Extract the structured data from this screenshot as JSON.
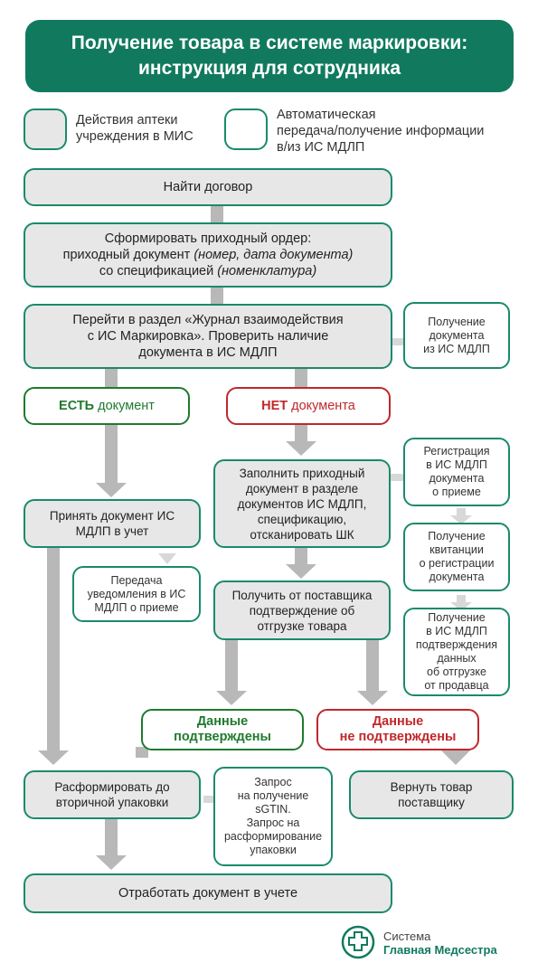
{
  "title": {
    "line1": "Получение товара в системе маркировки:",
    "line2": "инструкция для сотрудника"
  },
  "legend": {
    "pharmacy_line1": "Действия аптеки",
    "pharmacy_line2": "учреждения в МИС",
    "auto_line1": "Автоматическая",
    "auto_line2": "передача/получение информации",
    "auto_line3": "в/из ИС МДЛП"
  },
  "steps": {
    "find_contract": "Найти договор",
    "form_order_line1": "Сформировать приходный ордер:",
    "form_order_line2_a": "приходный документ ",
    "form_order_line2_b": "(номер, дата документа)",
    "form_order_line3_a": "со спецификацией ",
    "form_order_line3_b": "(номенклатура)",
    "journal_line1": "Перейти в раздел «Журнал взаимодействия",
    "journal_line2": "с ИС Маркировка». Проверить наличие",
    "journal_line3": "документа в ИС МДЛП",
    "has_doc_bold": "ЕСТЬ",
    "has_doc_rest": " документ",
    "no_doc_bold": "НЕТ",
    "no_doc_rest": " документа",
    "fill_line1": "Заполнить приходный",
    "fill_line2": "документ в разделе",
    "fill_line3": "документов ИС МДЛП,",
    "fill_line4": "спецификацию,",
    "fill_line5": "отсканировать ШК",
    "accept_line1": "Принять документ ИС",
    "accept_line2": "МДЛП в учет",
    "get_confirm_line1": "Получить от поставщика",
    "get_confirm_line2": "подтверждение об",
    "get_confirm_line3": "отгрузке товара",
    "data_ok_line1": "Данные",
    "data_ok_line2": "подтверждены",
    "data_fail_line1": "Данные",
    "data_fail_line2": "не подтверждены",
    "disband_line1": "Расформировать до",
    "disband_line2": "вторичной упаковки",
    "return_line1": "Вернуть товар",
    "return_line2": "поставщику",
    "process_doc": "Отработать документ в учете"
  },
  "auto": {
    "receive_doc_line1": "Получение",
    "receive_doc_line2": "документа",
    "receive_doc_line3": "из ИС МДЛП",
    "register_line1": "Регистрация",
    "register_line2": "в ИС МДЛП",
    "register_line3": "документа",
    "register_line4": "о приеме",
    "receipt_line1": "Получение",
    "receipt_line2": "квитанции",
    "receipt_line3": "о регистрации",
    "receipt_line4": "документа",
    "confirm_line1": "Получение",
    "confirm_line2": "в ИС МДЛП",
    "confirm_line3": "подтверждения",
    "confirm_line4": "данных",
    "confirm_line5": "об отгрузке",
    "confirm_line6": "от продавца",
    "notify_line1": "Передача",
    "notify_line2": "уведомления в ИС",
    "notify_line3": "МДЛП о приеме",
    "sgtin_line1": "Запрос",
    "sgtin_line2": "на получение",
    "sgtin_line3": "sGTIN.",
    "sgtin_line4": "Запрос на",
    "sgtin_line5": "расформирование",
    "sgtin_line6": "упаковки"
  },
  "logo": {
    "line1": "Система",
    "line2": "Главная Медсестра"
  },
  "colors": {
    "brand": "#117a5e",
    "box_border": "#1a8a6c",
    "positive": "#1f7a2e",
    "negative": "#c0282b",
    "action_fill": "#e7e7e7",
    "connector": "#b8b8b8"
  }
}
